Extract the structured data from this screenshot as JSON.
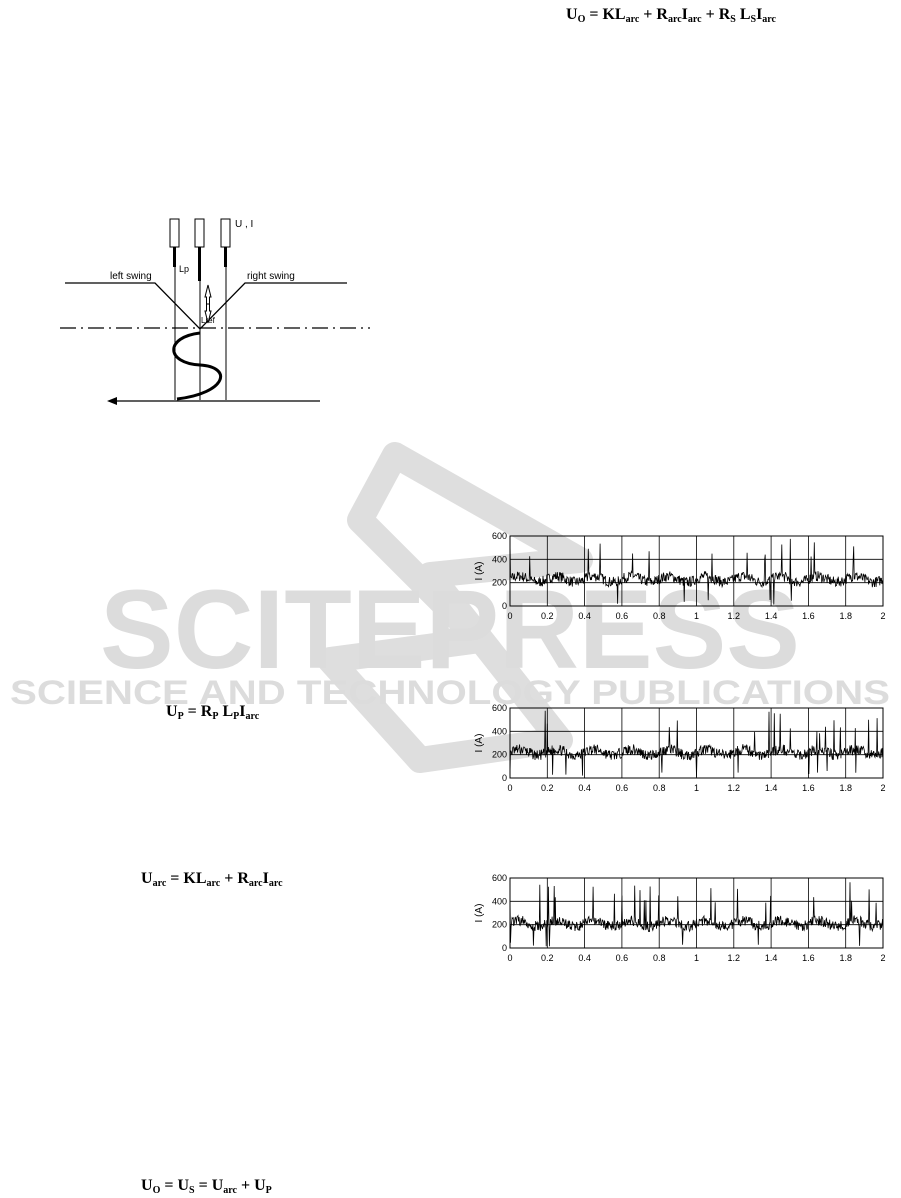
{
  "watermark": {
    "main": "SCITEPRESS",
    "sub": "SCIENCE AND TECHNOLOGY PUBLICATIONS",
    "color": "#d8d8d8"
  },
  "equations": {
    "eq_uo_full": {
      "lhs": "U",
      "lhs_sub": "O",
      "eqs": " = KL",
      "s1": "arc",
      "t2": " + R",
      "s2": "arc",
      "t3": "I",
      "s3": "arc",
      "t4": " + R",
      "s4": "S",
      "t5": " L",
      "s5": "S",
      "t6": "I",
      "s6": "arc"
    },
    "eq_up": {
      "a": "U",
      "a_sub": "P",
      "b": " = R",
      "b_sub": "P",
      "c": " L",
      "c_sub": "P",
      "d": "I",
      "d_sub": "arc"
    },
    "eq_uarc": {
      "a": "U",
      "a_sub": "arc",
      "b": " = KL",
      "b_sub": "arc",
      "c": " + R",
      "c_sub": "arc",
      "d": "I",
      "d_sub": "arc"
    },
    "eq_uo_sum": {
      "a": "U",
      "a_sub": "O",
      "b": " = U",
      "b_sub": "S",
      "c": " = U",
      "c_sub": "arc",
      "d": " + U",
      "d_sub": "P"
    }
  },
  "diagram": {
    "label_ui": "U , I",
    "label_lp": "Lp",
    "label_lref": "Lref",
    "label_left": "left  swing",
    "label_right": "right  swing"
  },
  "chart_data": [
    {
      "type": "line",
      "ylabel": "I (A)",
      "ylim": [
        0,
        600
      ],
      "xlim": [
        0,
        2
      ],
      "yticks": [
        "0",
        "200",
        "400",
        "600"
      ],
      "xticks": [
        "0",
        "0.2",
        "0.4",
        "0.6",
        "0.8",
        "1",
        "1.2",
        "1.4",
        "1.6",
        "1.8",
        "2"
      ],
      "baseline": 230,
      "spike_count": 22,
      "seed": 7
    },
    {
      "type": "line",
      "ylabel": "I (A)",
      "ylim": [
        0,
        600
      ],
      "xlim": [
        0,
        2
      ],
      "yticks": [
        "0",
        "200",
        "400",
        "600"
      ],
      "xticks": [
        "0",
        "0.2",
        "0.4",
        "0.6",
        "0.8",
        "1",
        "1.2",
        "1.4",
        "1.6",
        "1.8",
        "2"
      ],
      "baseline": 220,
      "spike_count": 30,
      "seed": 13
    },
    {
      "type": "line",
      "ylabel": "I (A)",
      "ylim": [
        0,
        600
      ],
      "xlim": [
        0,
        2
      ],
      "yticks": [
        "0",
        "200",
        "400",
        "600"
      ],
      "xticks": [
        "0",
        "0.2",
        "0.4",
        "0.6",
        "0.8",
        "1",
        "1.2",
        "1.4",
        "1.6",
        "1.8",
        "2"
      ],
      "baseline": 210,
      "spike_count": 34,
      "seed": 29
    }
  ]
}
